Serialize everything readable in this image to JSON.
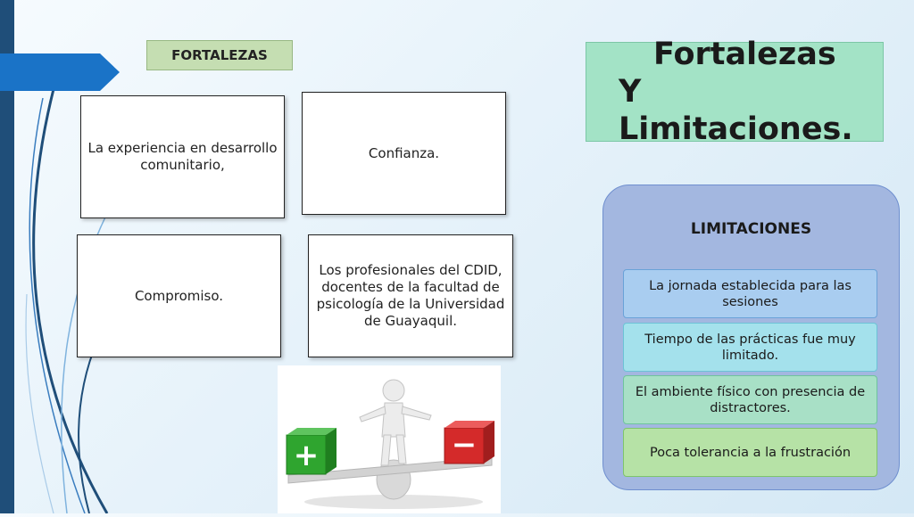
{
  "fortalezas": {
    "label": "FORTALEZAS",
    "items": [
      "La experiencia en desarrollo comunitario,",
      "Confianza.",
      "Compromiso.",
      "Los profesionales del CDID,  docentes de la facultad de psicología de la Universidad de Guayaquil."
    ]
  },
  "title": {
    "line1": "Fortalezas",
    "line2": "Y Limitaciones."
  },
  "limitaciones": {
    "label": "LIMITACIONES",
    "items": [
      "La jornada establecida para las sesiones",
      "Tiempo de  las prácticas fue muy limitado.",
      "El ambiente físico con presencia de distractores.",
      "Poca tolerancia a la frustración"
    ]
  },
  "illustration": {
    "plus_symbol": "+",
    "minus_symbol": "−"
  },
  "colors": {
    "accent_blue": "#1a73c7",
    "title_green": "#a3e3c6",
    "panel_blue": "#a3b7e0",
    "item_colors": [
      "#a9cdf0",
      "#a4e1ec",
      "#a8e0c6",
      "#b6e2a6"
    ]
  }
}
